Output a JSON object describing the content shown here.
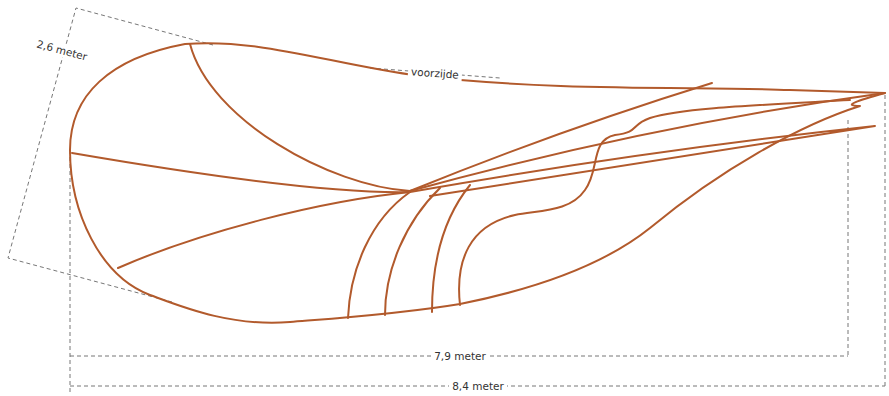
{
  "diagram": {
    "labels": [
      "2,6 meter",
      "voorzijde",
      "7,9 meter",
      "8,4 meter"
    ]
  }
}
